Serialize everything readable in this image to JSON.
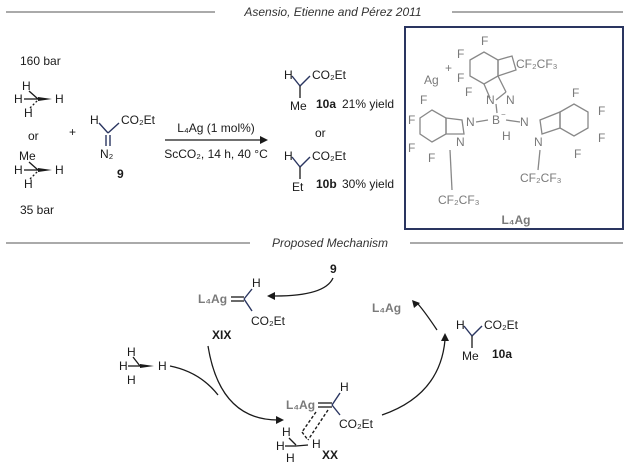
{
  "header": {
    "title": "Asensio, Etienne and Pérez 2011"
  },
  "section2": {
    "title": "Proposed Mechanism"
  },
  "reaction": {
    "pressure_methane": "160 bar",
    "pressure_ethane": "35 bar",
    "or_label": "or",
    "plus": "+",
    "reagent_group": "CO₂Et",
    "reagent_n2": "N₂",
    "reagent_number": "9",
    "catalyst": "L₄Ag (1 mol%)",
    "conditions": "ScCO₂, 14 h, 40 °C",
    "product_a_group": "CO₂Et",
    "product_a_sub": "Me",
    "product_a_label": "10a",
    "product_a_yield": "21% yield",
    "product_or": "or",
    "product_b_group": "CO₂Et",
    "product_b_sub": "Et",
    "product_b_label": "10b",
    "product_b_yield": "30% yield",
    "atom_h": "H",
    "atom_me": "Me"
  },
  "catalyst_box": {
    "label": "L₄Ag",
    "ag": "Ag",
    "plus": "+",
    "atom_f": "F",
    "atom_n": "N",
    "atom_b": "B",
    "atom_h": "H",
    "minus": "−",
    "cf": "CF₂CF₃"
  },
  "mechanism": {
    "reagent_number": "9",
    "intermediate_xix": "XIX",
    "intermediate_xx": "XX",
    "catalyst": "L₄Ag",
    "ester": "CO₂Et",
    "atom_h": "H",
    "product_sub": "Me",
    "product_label": "10a"
  }
}
